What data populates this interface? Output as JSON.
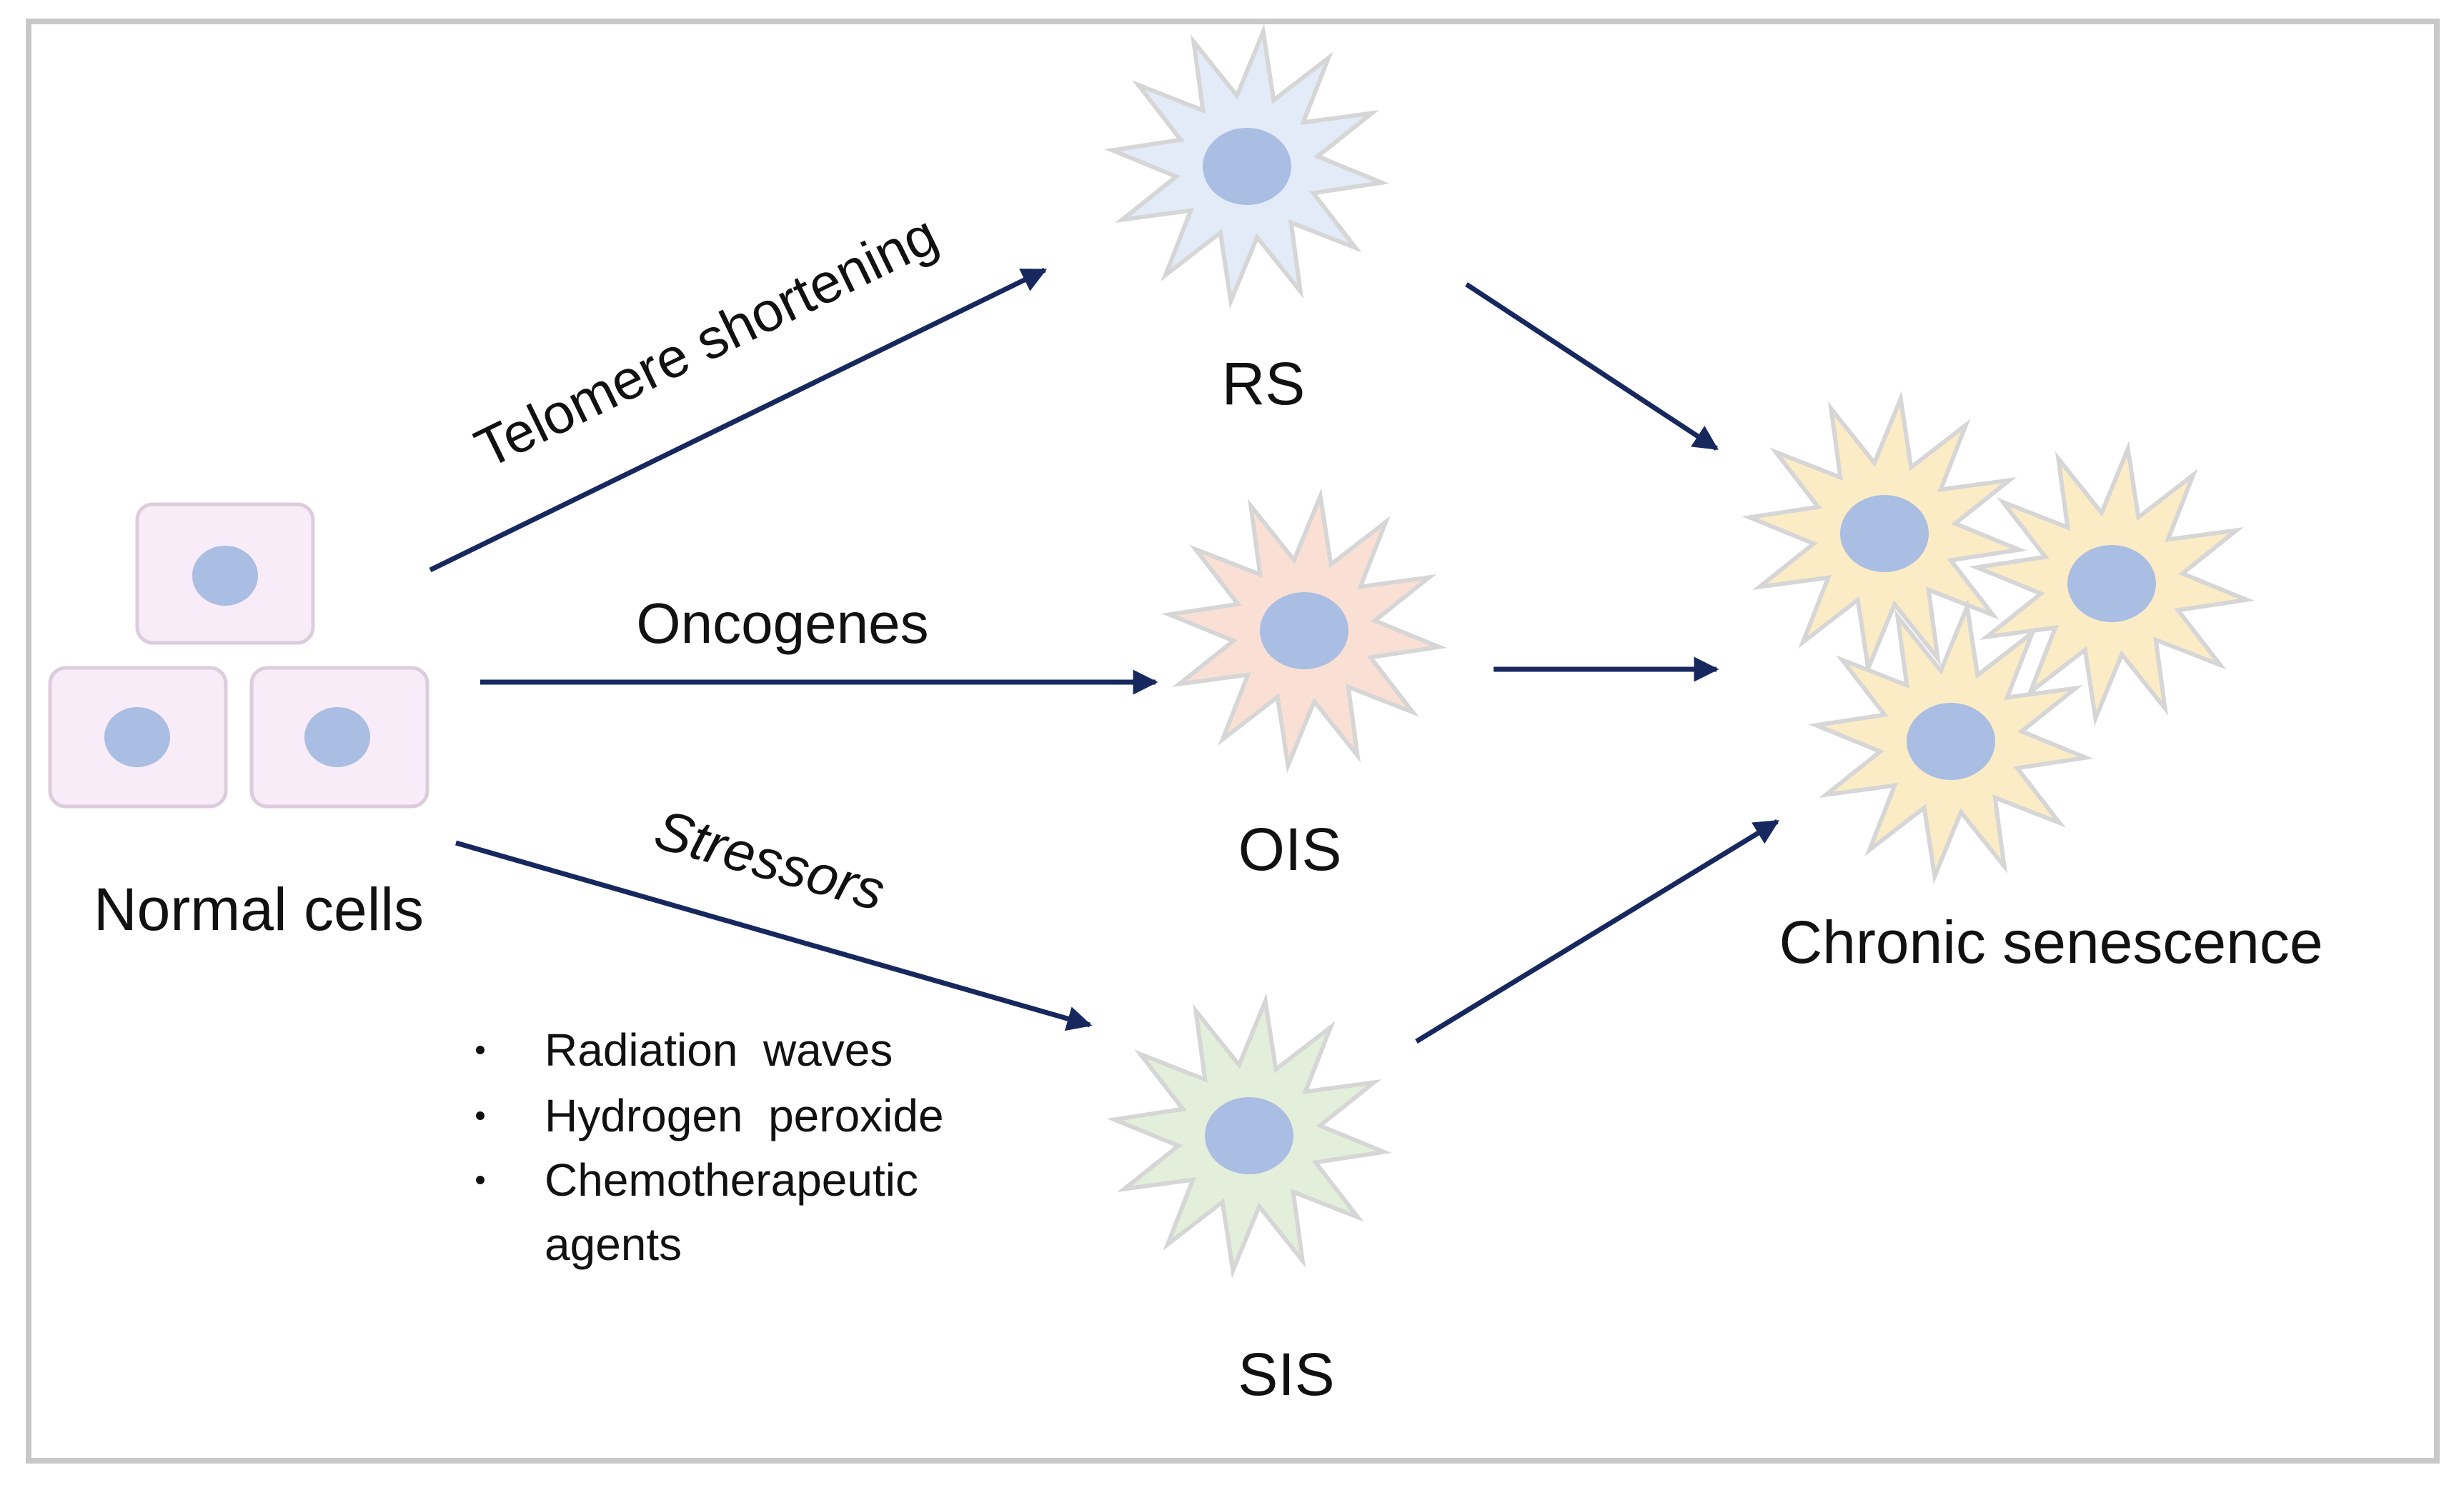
{
  "labels": {
    "normal_cells": "Normal cells",
    "rs": "RS",
    "ois": "OIS",
    "sis": "SIS",
    "chronic": "Chronic senescence"
  },
  "pathways": {
    "telomere": "Telomere shortening",
    "oncogenes": "Oncogenes",
    "stressors": "Stressors"
  },
  "stressor_list": [
    "Radiation  waves",
    "Hydrogen  peroxide",
    "Chemotherapeutic",
    "agents"
  ],
  "colors": {
    "border": "#c8c8c8",
    "arrow": "#16285e",
    "normal_cell_fill": "#f7ecf7",
    "normal_cell_stroke": "#dccddc",
    "nucleus": "#aabde2",
    "rs_fill": "#e2ebf7",
    "ois_fill": "#fae0d4",
    "sis_fill": "#e3efda",
    "chronic_fill": "#fbecc6",
    "star_stroke": "#d6d6d6"
  },
  "icons": [
    "normal-cell-icon",
    "senescent-cell-icon",
    "arrow-icon",
    "bullet-icon"
  ]
}
